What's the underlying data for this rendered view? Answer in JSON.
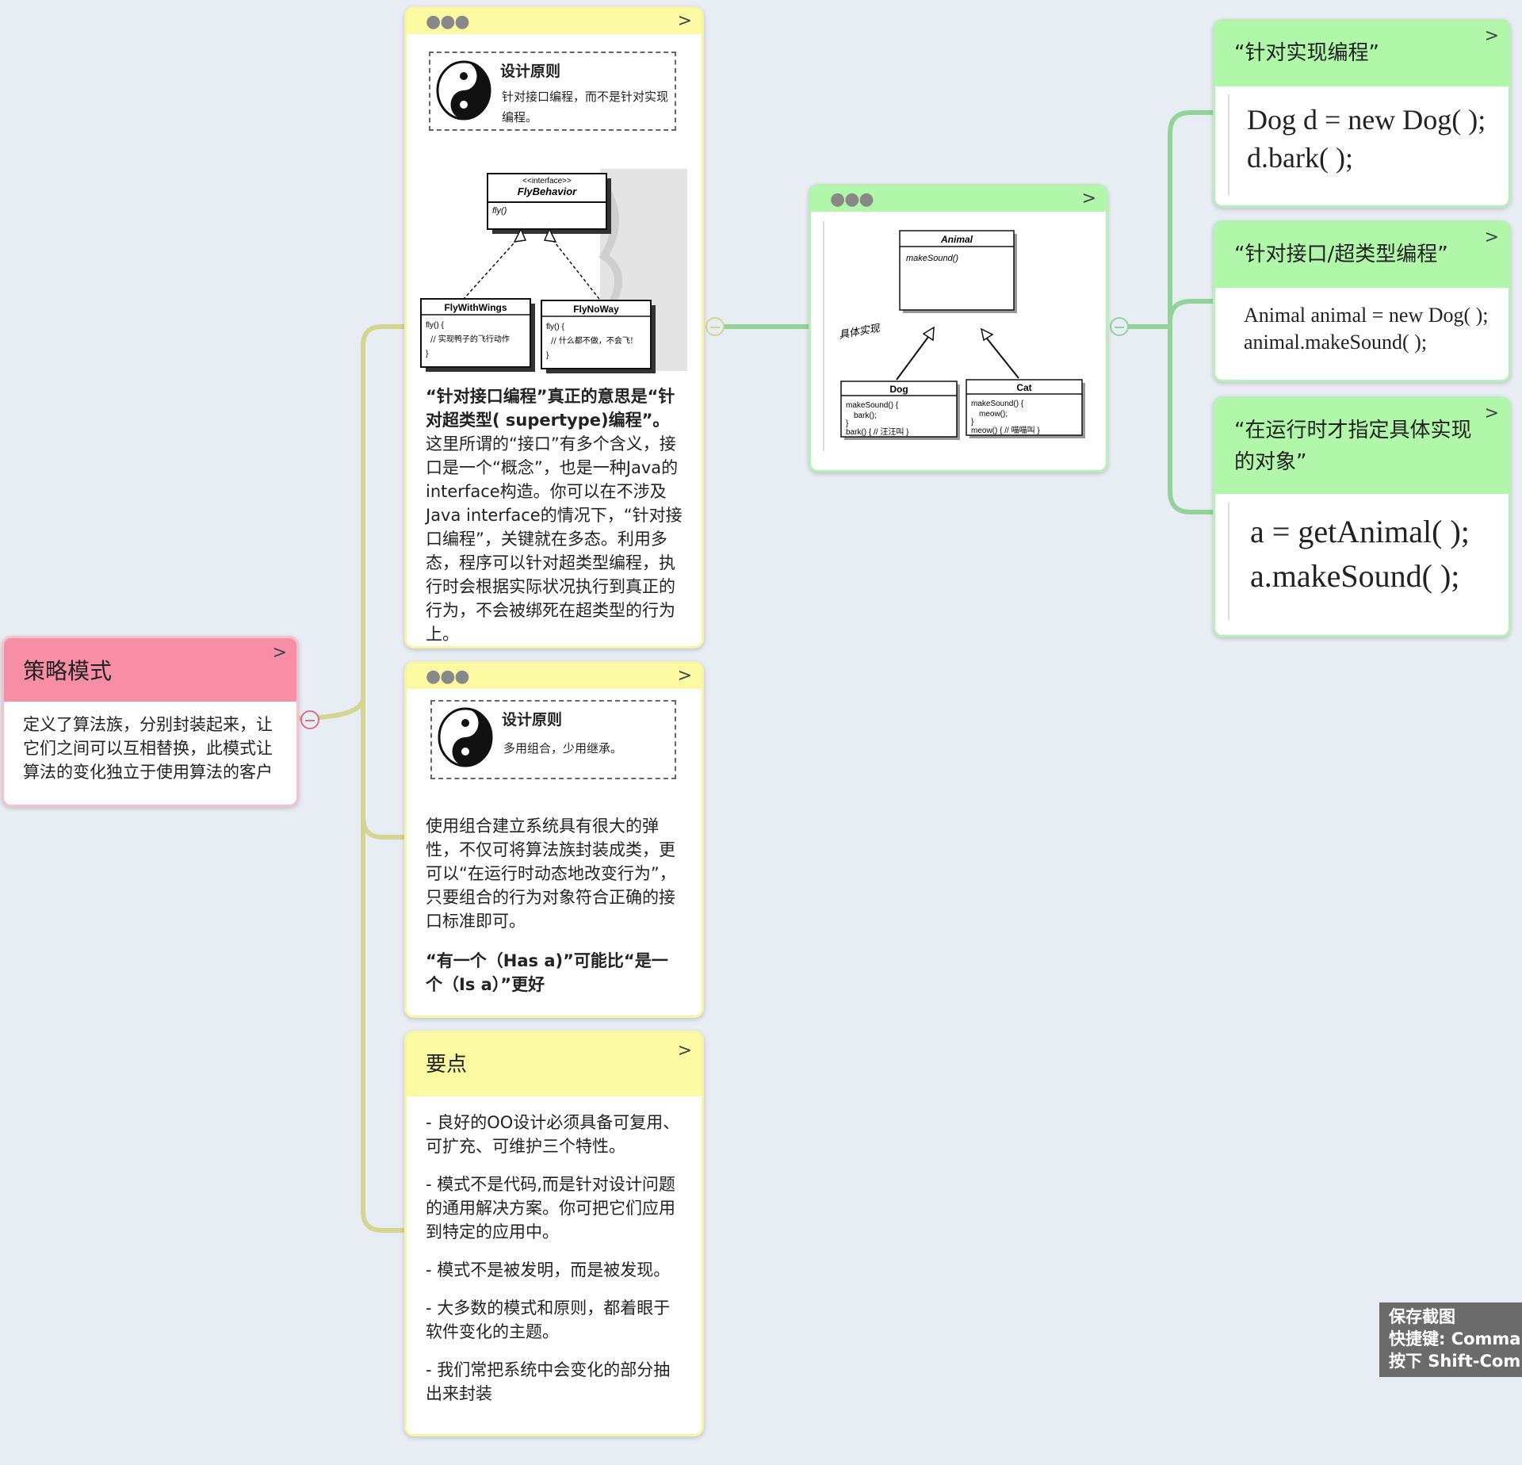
{
  "root": {
    "title": "策略模式",
    "body": "定义了算法族，分别封装起来，让它们之间可以互相替换，此模式让算法的变化独立于使用算法的客户"
  },
  "card1": {
    "principle_title": "设计原则",
    "principle_text": "针对接口编程，而不是针对实现编程。",
    "uml": {
      "interface_stereotype": "<<interface>>",
      "interface_name": "FlyBehavior",
      "interface_method": "fly()",
      "class1_name": "FlyWithWings",
      "class1_lines": [
        "fly() {",
        "// 实现鸭子的飞行动作",
        "}"
      ],
      "class2_name": "FlyNoWay",
      "class2_lines": [
        "fly() {",
        "// 什么都不做，不会飞!",
        "}"
      ]
    },
    "bold_text": "“针对接口编程”真正的意思是“针对超类型( supertype)编程”。",
    "text": "这里所谓的“接口”有多个含义，接口是一个“概念”，也是一种Java的interface构造。你可以在不涉及Java interface的情况下，“针对接口编程”，关键就在多态。利用多态，程序可以针对超类型编程，执行时会根据实际状况执行到真正的行为，不会被绑死在超类型的行为上。"
  },
  "card2": {
    "principle_title": "设计原则",
    "principle_text": "多用组合，少用继承。",
    "text": "使用组合建立系统具有很大的弹性，不仅可将算法族封装成类，更可以“在运行时动态地改变行为”，只要组合的行为对象符合正确的接口标准即可。",
    "bold_text": "“有一个（Has a)”可能比“是一个（Is a）”更好"
  },
  "card3": {
    "title": "要点",
    "points": [
      "- 良好的OO设计必须具备可复用、可扩充、可维护三个特性。",
      "- 模式不是代码,而是针对设计问题的通用解决方案。你可把它们应用到特定的应用中。",
      "- 模式不是被发明，而是被发现。",
      "- 大多数的模式和原则，都着眼于软件变化的主题。",
      "- 我们常把系统中会变化的部分抽出来封装"
    ]
  },
  "animal_card": {
    "uml": {
      "abstract_name": "Animal",
      "abstract_method": "makeSound()",
      "handwritten_label": "具体实现",
      "dog_name": "Dog",
      "dog_lines": [
        "makeSound() {",
        "bark();",
        "}",
        "bark() { // 汪汪叫 }"
      ],
      "cat_name": "Cat",
      "cat_lines": [
        "makeSound() {",
        "meow();",
        "}",
        "meow() { // 喵喵叫 }"
      ]
    }
  },
  "right1": {
    "title": "“针对实现编程”",
    "code": [
      "Dog d = new Dog( );",
      "d.bark( );"
    ]
  },
  "right2": {
    "title": "“针对接口/超类型编程”",
    "code": [
      "Animal animal = new Dog( );",
      "animal.makeSound( );"
    ]
  },
  "right3": {
    "title": "“在运行时才指定具体实现的对象”",
    "code": [
      "a = getAnimal( );",
      "a.makeSound( );"
    ]
  },
  "toast": {
    "line1": "保存截图",
    "line2": "快捷键: Comman",
    "line3": "按下 Shift-Comm"
  },
  "colors": {
    "yellow_header": "#fbfaa3",
    "pink_header": "#f78ea6",
    "green_header": "#b0f7a9",
    "yellow_line": "#d4d68f",
    "green_line": "#93d39a",
    "background": "#e8edf3"
  },
  "icons": {
    "expand": "chevron-right-icon",
    "more": "more-dots-icon",
    "collapse": "collapse-circle-icon",
    "yin_yang": "yin-yang-icon"
  }
}
